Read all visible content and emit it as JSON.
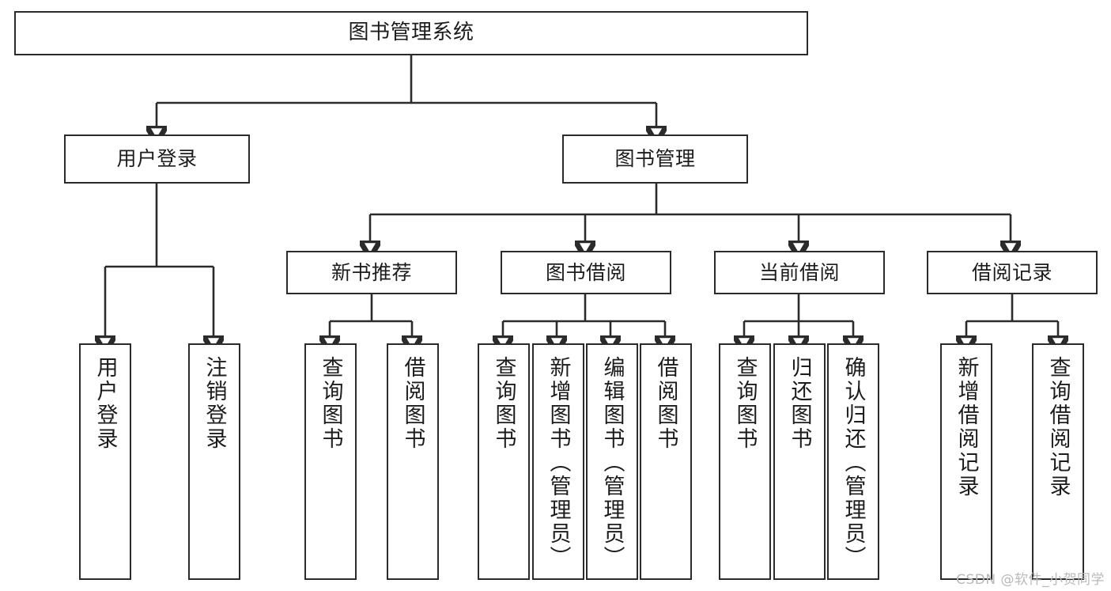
{
  "diagram": {
    "type": "tree",
    "title": "图书管理系统",
    "watermark": "CSDN @软件_小贺同学",
    "colors": {
      "stroke": "#2b2b2b",
      "fill": "#ffffff",
      "text": "#1c1c1c",
      "watermark": "#b9b9b9"
    },
    "levels": {
      "root": {
        "label": "图书管理系统"
      },
      "level2": [
        {
          "label": "用户登录"
        },
        {
          "label": "图书管理"
        }
      ],
      "level3": [
        {
          "label": "新书推荐"
        },
        {
          "label": "图书借阅"
        },
        {
          "label": "当前借阅"
        },
        {
          "label": "借阅记录"
        }
      ],
      "leaves": {
        "user_login": [
          {
            "label": "用户登录"
          },
          {
            "label": "注销登录"
          }
        ],
        "new_book_recommend": [
          {
            "label": "查询图书"
          },
          {
            "label": "借阅图书"
          }
        ],
        "book_borrow": [
          {
            "label": "查询图书"
          },
          {
            "label": "新增图书（管理员）"
          },
          {
            "label": "编辑图书（管理员）"
          },
          {
            "label": "借阅图书"
          }
        ],
        "current_borrow": [
          {
            "label": "查询图书"
          },
          {
            "label": "归还图书"
          },
          {
            "label": "确认归还（管理员）"
          }
        ],
        "borrow_record": [
          {
            "label": "新增借阅记录"
          },
          {
            "label": "查询借阅记录"
          }
        ]
      }
    }
  }
}
